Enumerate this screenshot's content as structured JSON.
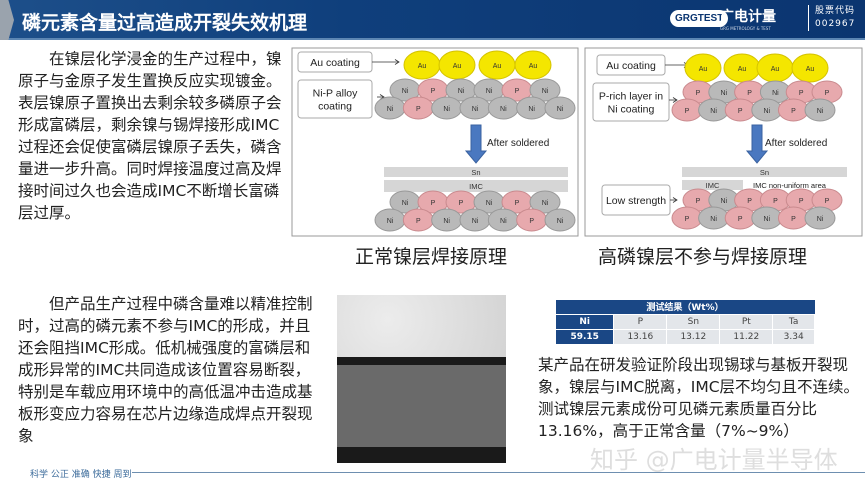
{
  "header": {
    "title": "磷元素含量过高造成开裂失效机理",
    "logo": "GRGTEST",
    "brand": "广电计量",
    "brand_sub": "GRG METROLOGY & TEST",
    "stock_label": "股票代码",
    "stock_code": "002967"
  },
  "para1": "在镍层化学浸金的生产过程中，镍原子与金原子发生置换反应实现镀金。表层镍原子置换出去剩余较多磷原子会形成富磷层，剩余镍与锡焊接形成IMC过程还会促使富磷层镍原子丢失，磷含量进一步升高。同时焊接温度过高及焊接时间过久也会造成IMC不断增长富磷层过厚。",
  "para2": "但产品生产过程中磷含量难以精准控制时，过高的磷元素不参与IMC的形成，并且还会阻挡IMC形成。低机械强度的富磷层和成形异常的IMC共同造成该位置容易断裂，特别是车载应用环境中的高低温冲击造成基板形变应力容易在芯片边缘造成焊点开裂现象",
  "para3": "某产品在研发验证阶段出现锡球与基板开裂现象，镍层与IMC脱离，IMC层不均匀且不连续。测试镍层元素成份可见磷元素质量百分比13.16%，高于正常含量（7%~9%）",
  "diagram1": {
    "caption": "正常镍层焊接原理",
    "au_label": "Au coating",
    "layer_label": "Ni-P alloy coating",
    "arrow_label": "After soldered",
    "sn": "Sn",
    "imc": "IMC",
    "au": [
      "Au",
      "Au",
      "Au",
      "Au"
    ],
    "before": [
      [
        "Ni",
        "P",
        "Ni",
        "Ni",
        "P",
        "Ni"
      ],
      [
        "Ni",
        "P",
        "Ni",
        "Ni",
        "Ni",
        "Ni",
        "Ni"
      ]
    ],
    "after": [
      [
        "Ni",
        "P",
        "P",
        "Ni",
        "P",
        "Ni"
      ],
      [
        "Ni",
        "P",
        "Ni",
        "Ni",
        "Ni",
        "P",
        "Ni"
      ]
    ]
  },
  "diagram2": {
    "caption": "高磷镍层不参与焊接原理",
    "au_label": "Au coating",
    "layer_label": "P-rich layer in Ni coating",
    "arrow_label": "After soldered",
    "sn": "Sn",
    "imc": "IMC",
    "imc_note": "IMC non-uniform area",
    "low_label": "Low strength",
    "au": [
      "Au",
      "Au",
      "Au",
      "Au"
    ],
    "before": [
      [
        "P",
        "Ni",
        "P",
        "Ni",
        "P",
        "P"
      ],
      [
        "P",
        "Ni",
        "P",
        "Ni",
        "P",
        "Ni"
      ]
    ],
    "after": [
      [
        "P",
        "Ni",
        "P",
        "P",
        "P",
        "P"
      ],
      [
        "P",
        "Ni",
        "P",
        "Ni",
        "P",
        "Ni"
      ]
    ]
  },
  "table": {
    "title": "测试结果（Wt%）",
    "headers": [
      "Ni",
      "P",
      "Sn",
      "Pt",
      "Ta"
    ],
    "values": [
      "59.15",
      "13.16",
      "13.12",
      "11.22",
      "3.34"
    ]
  },
  "footer": "科学 公正 准确 快捷 周到",
  "watermark": "知乎 @广电计量半导体",
  "colors": {
    "header": "#0f3f7c",
    "ni": "#b9b9b9",
    "p": "#e7a9ad",
    "au": "#f4e600",
    "arrow": "#4a78c0"
  }
}
